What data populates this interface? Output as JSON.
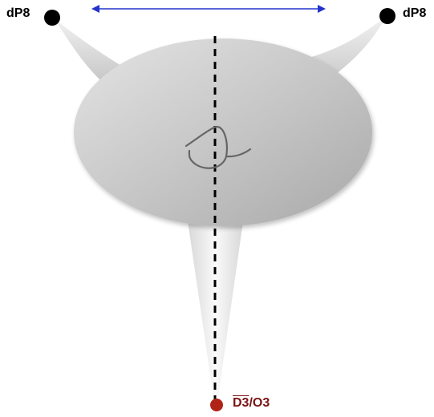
{
  "labels": {
    "top_left": "dP8",
    "top_right": "dP8",
    "bottom_overlined": "D3",
    "bottom_rest": "/O3"
  },
  "colors": {
    "arrow": "#2233cc",
    "node_top": "#000000",
    "node_bottom": "#b02418",
    "label_bottom": "#7a1414",
    "axis": "#000000"
  },
  "icons": {
    "center_glyph": "hand-drawn-eye-icon"
  }
}
